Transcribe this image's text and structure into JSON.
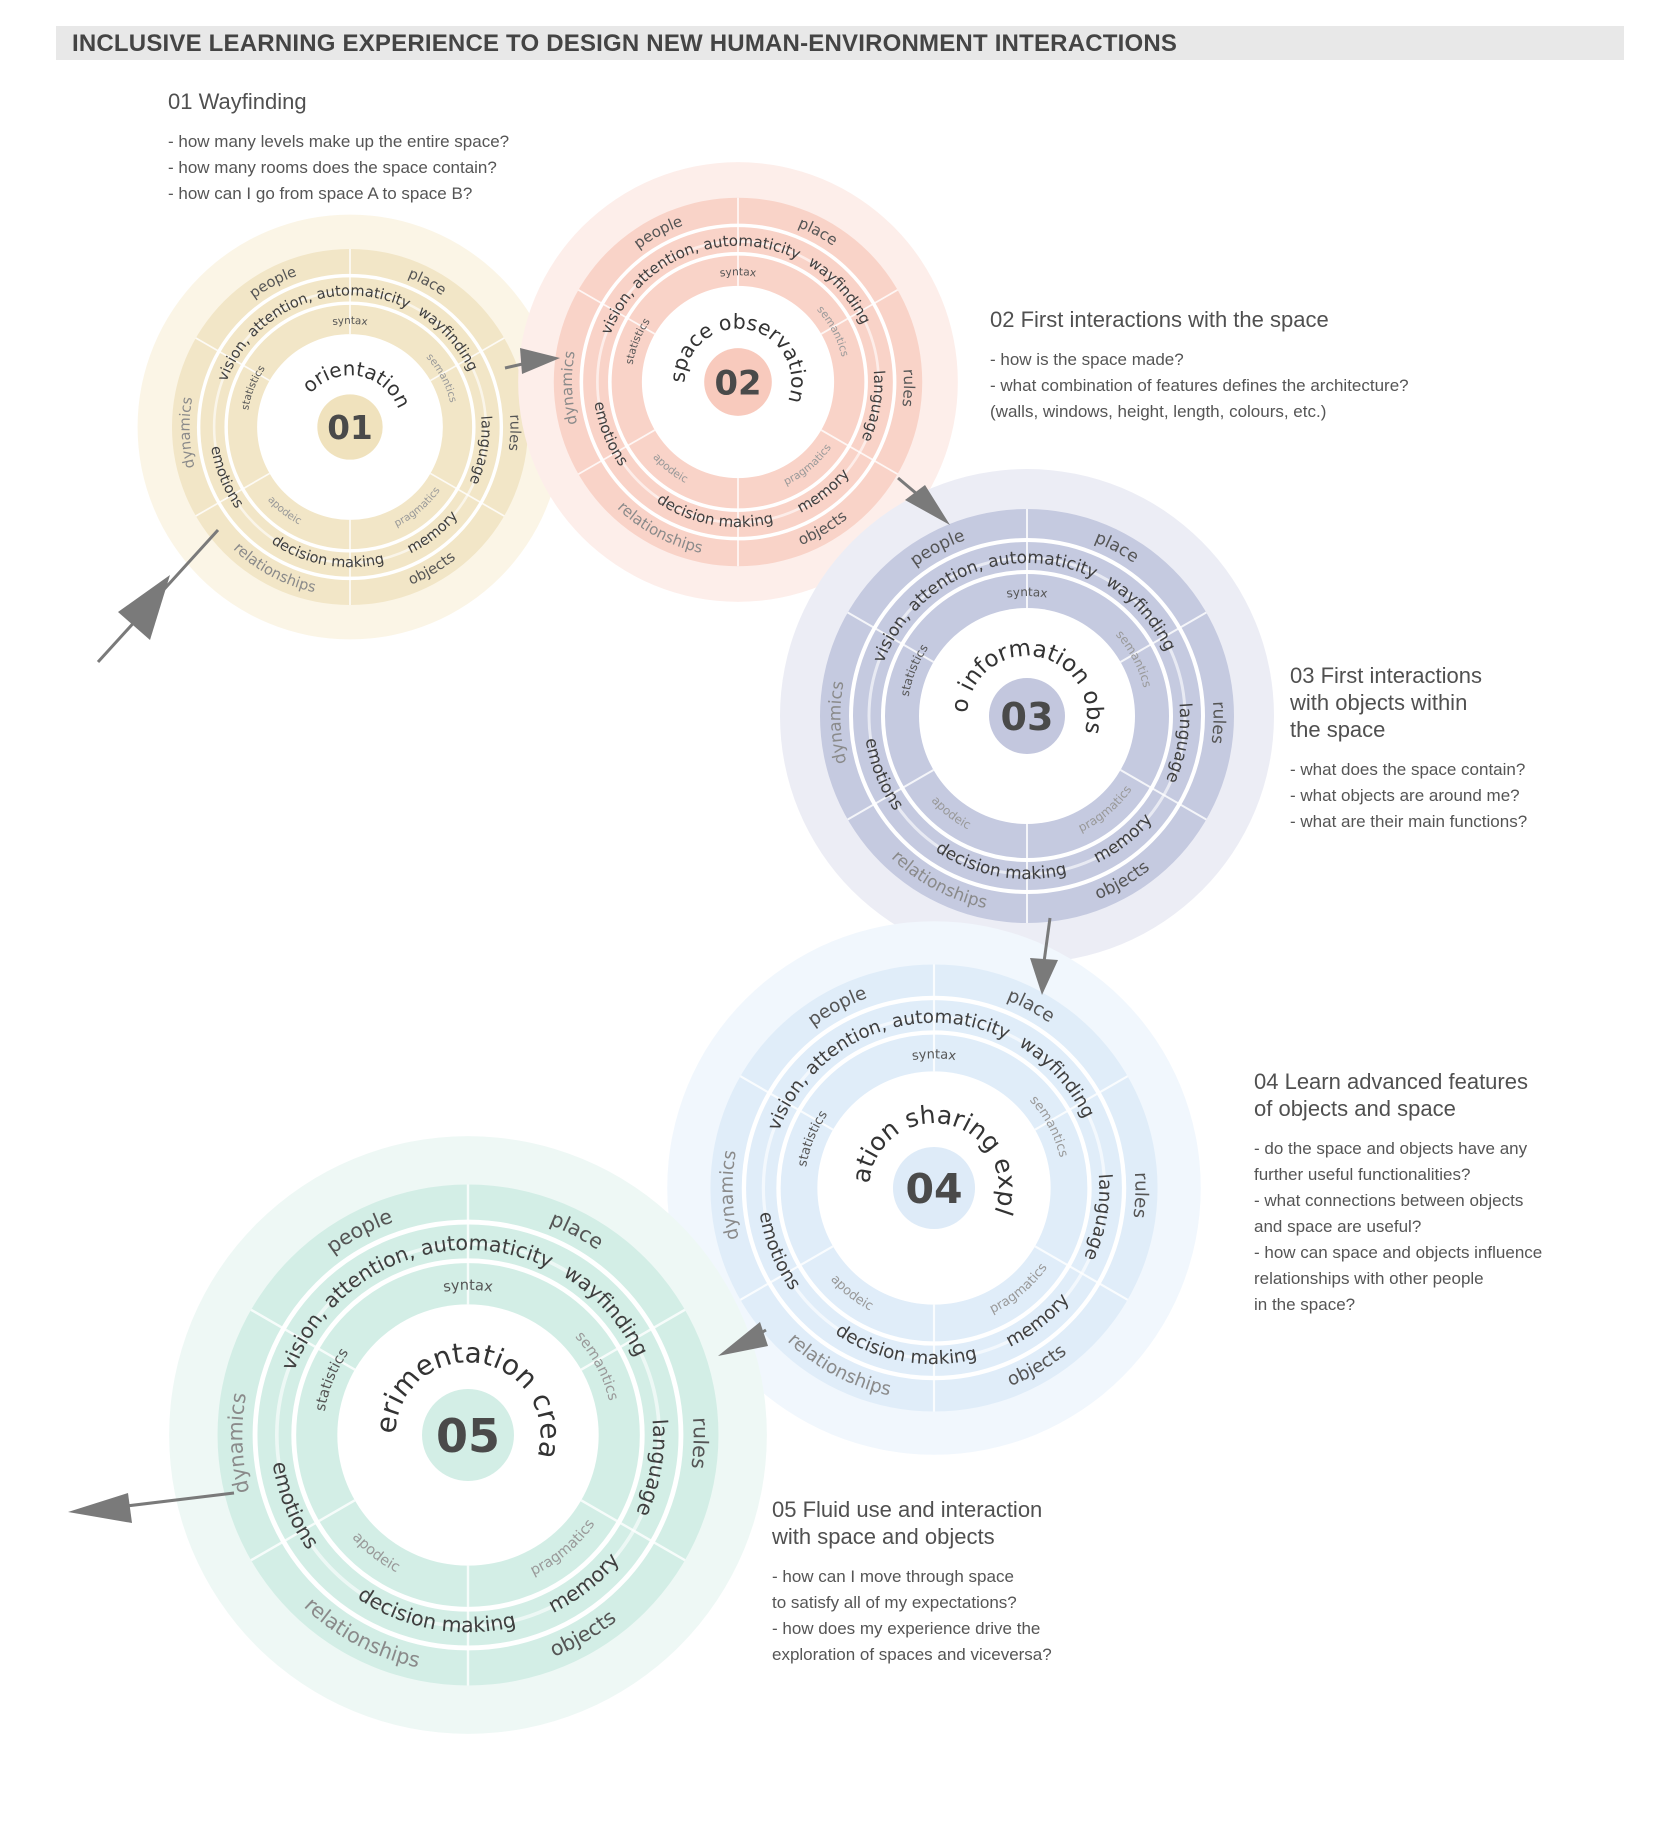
{
  "title": "INCLUSIVE LEARNING EXPERIENCE TO DESIGN NEW HUMAN-ENVIRONMENT INTERACTIONS",
  "ring_labels": {
    "inner": [
      "syntax",
      "semantics",
      "pragmatics",
      "apodeic",
      "statistics"
    ],
    "middle": [
      "vision, attention, automaticity",
      "wayfinding",
      "language",
      "memory",
      "decision making",
      "emotions"
    ],
    "outer": [
      "people",
      "place",
      "rules",
      "objects",
      "relationships",
      "dynamics"
    ]
  },
  "stages": [
    {
      "number": "01",
      "center_text": "orientation",
      "color_outer": "#fbf5e6",
      "color_ring": "#f2e6c7",
      "color_core": "#f0e2bd",
      "heading": "01 Wayfinding",
      "questions": [
        "- how many levels make up the entire space?",
        "- how many rooms does the space contain?",
        "- how can I go from space A to space B?"
      ]
    },
    {
      "number": "02",
      "center_text": "space observation",
      "color_outer": "#fdeeea",
      "color_ring": "#f9d3c8",
      "color_core": "#f8cabd",
      "heading": "02 First interactions with the space",
      "questions": [
        "- how is the space made?",
        "- what combination of features defines the architecture?\n(walls, windows, height, length, colours, etc.)"
      ]
    },
    {
      "number": "03",
      "center_text": "access to information observation",
      "color_outer": "#ecedf5",
      "color_ring": "#c5cae0",
      "color_core": "#c3c7de",
      "heading": "03 First interactions\nwith objects within\nthe space",
      "questions": [
        "- what does the space contain?",
        "- what objects are around me?",
        "- what are their main functions?"
      ]
    },
    {
      "number": "04",
      "center_text": "participation sharing exploration",
      "color_outer": "#f1f7fd",
      "color_ring": "#e0edf9",
      "color_core": "#deebf8",
      "heading": "04 Learn advanced features\nof objects and space",
      "questions": [
        "- do the space and objects have any\nfurther useful functionalities?",
        "- what connections between objects\nand space are useful?",
        "- how can space and objects influence\nrelationships with other people\nin the space?"
      ]
    },
    {
      "number": "05",
      "center_text": "experimentation creation",
      "color_outer": "#eef8f5",
      "color_ring": "#d3eee6",
      "color_core": "#d3eee6",
      "heading": "05 Fluid use and interaction\nwith space and objects",
      "questions": [
        "- how can I move through space\nto satisfy all of my expectations?",
        "- how does my experience drive the\nexploration of spaces and viceversa?"
      ]
    }
  ]
}
